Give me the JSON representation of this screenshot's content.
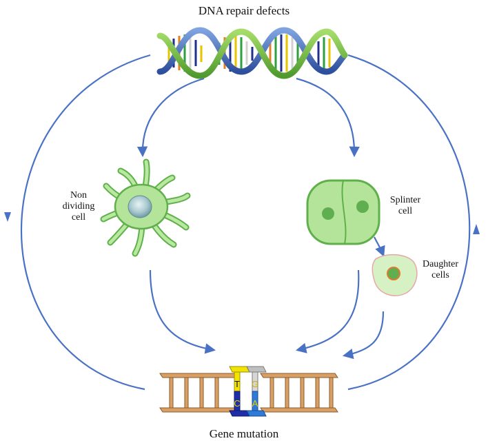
{
  "diagram": {
    "top_label": "DNA repair defects",
    "bottom_label": "Gene mutation",
    "non_dividing_cell_label": [
      "Non",
      "dividing",
      "cell"
    ],
    "splinter_cell_label": [
      "Splinter",
      "cell"
    ],
    "daughter_cells_label": [
      "Daughter",
      "cells"
    ],
    "base_letters": {
      "top_left": "T",
      "top_right": "G",
      "bottom_left": "C",
      "bottom_right": "A"
    }
  },
  "colors": {
    "arrow": "#4a72c4",
    "cell_fill": "#a8dc8a",
    "cell_stroke": "#5fb04a",
    "nucleus": "#5fae4f",
    "ladder": "#d9a066",
    "helix_green": "#7cc24c",
    "helix_blue": "#3a5fb0"
  }
}
